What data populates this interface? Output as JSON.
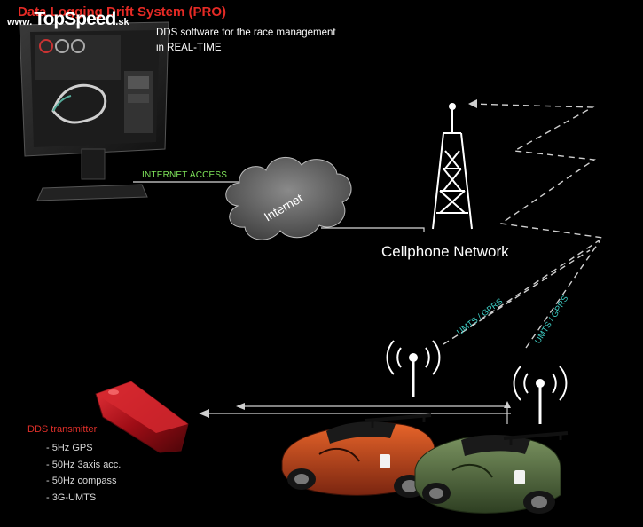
{
  "header": {
    "title": "Data Logging Drift System (PRO)",
    "logo": {
      "www": "www.",
      "name": "TopSpeed",
      "tld": ".sk"
    },
    "description": [
      "DDS software for the race management",
      "in REAL-TIME"
    ]
  },
  "labels": {
    "internet_access": "INTERNET ACCESS",
    "internet_cloud": "Internet",
    "cellphone_network": "Cellphone Network",
    "link_left": "UMTS / GPRS",
    "link_right": "UMTS / GPRS"
  },
  "transmitter": {
    "title": "DDS transmitter",
    "features": [
      "- 5Hz GPS",
      "- 50Hz 3axis acc.",
      "- 50Hz compass",
      "- 3G-UMTS"
    ]
  },
  "colors": {
    "background": "#000000",
    "title_red": "#e52a25",
    "internet_green": "#7ee35a",
    "umts_cyan": "#3fd1c8",
    "car_orange": "#c8431a",
    "car_green": "#4f6a3a",
    "device_red": "#b3121a"
  },
  "icons": [
    "monitor-icon",
    "cloud-icon",
    "cell-tower-icon",
    "antenna-icon",
    "race-car-icon",
    "transmitter-device-icon"
  ]
}
